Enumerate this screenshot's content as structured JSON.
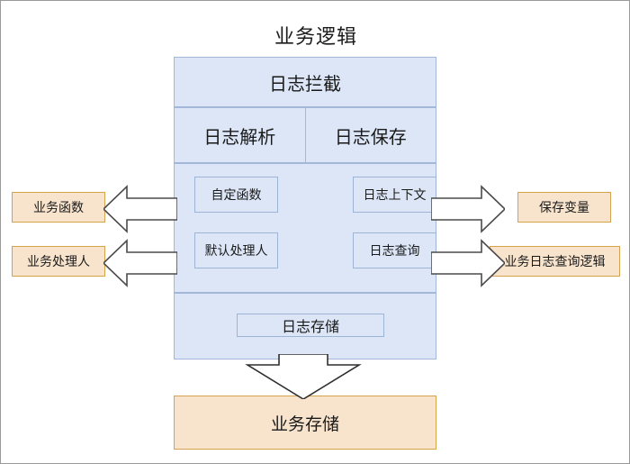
{
  "diagram": {
    "title": "业务逻辑",
    "type": "architecture-block-diagram"
  },
  "main_panel": {
    "header": {
      "label": "日志拦截"
    },
    "split_row": [
      {
        "label": "日志解析"
      },
      {
        "label": "日志保存"
      }
    ],
    "middle_boxes": [
      {
        "id": "custom-function",
        "label": "自定函数",
        "column": "left",
        "row": 1
      },
      {
        "id": "default-handler",
        "label": "默认处理人",
        "column": "left",
        "row": 2
      },
      {
        "id": "log-context",
        "label": "日志上下文",
        "column": "right",
        "row": 1
      },
      {
        "id": "log-query",
        "label": "日志查询",
        "column": "right",
        "row": 2
      }
    ],
    "bottom_box": {
      "id": "log-storage",
      "label": "日志存储"
    }
  },
  "side_boxes": {
    "left": [
      {
        "id": "business-function",
        "label": "业务函数"
      },
      {
        "id": "business-handler",
        "label": "业务处理人"
      }
    ],
    "right": [
      {
        "id": "save-variable",
        "label": "保存变量"
      },
      {
        "id": "business-log-query-logic",
        "label": "业务日志查询逻辑"
      }
    ]
  },
  "bottom_box": {
    "id": "business-storage",
    "label": "业务存储"
  },
  "arrows": [
    {
      "id": "arrow-custom-function-to-business-function",
      "direction": "left"
    },
    {
      "id": "arrow-default-handler-to-business-handler",
      "direction": "left"
    },
    {
      "id": "arrow-log-context-to-save-variable",
      "direction": "right"
    },
    {
      "id": "arrow-log-query-to-business-log-query-logic",
      "direction": "right"
    },
    {
      "id": "arrow-log-storage-to-business-storage",
      "direction": "down"
    }
  ],
  "colors": {
    "blue_fill": "#dce6f6",
    "blue_border": "#a3b8d8",
    "orange_fill": "#f8e4cd",
    "orange_border": "#d5a250",
    "arrow_fill": "#ffffff",
    "arrow_stroke": "#4a4a4a",
    "text": "#1a1a1a",
    "page_background": "#ffffff"
  }
}
